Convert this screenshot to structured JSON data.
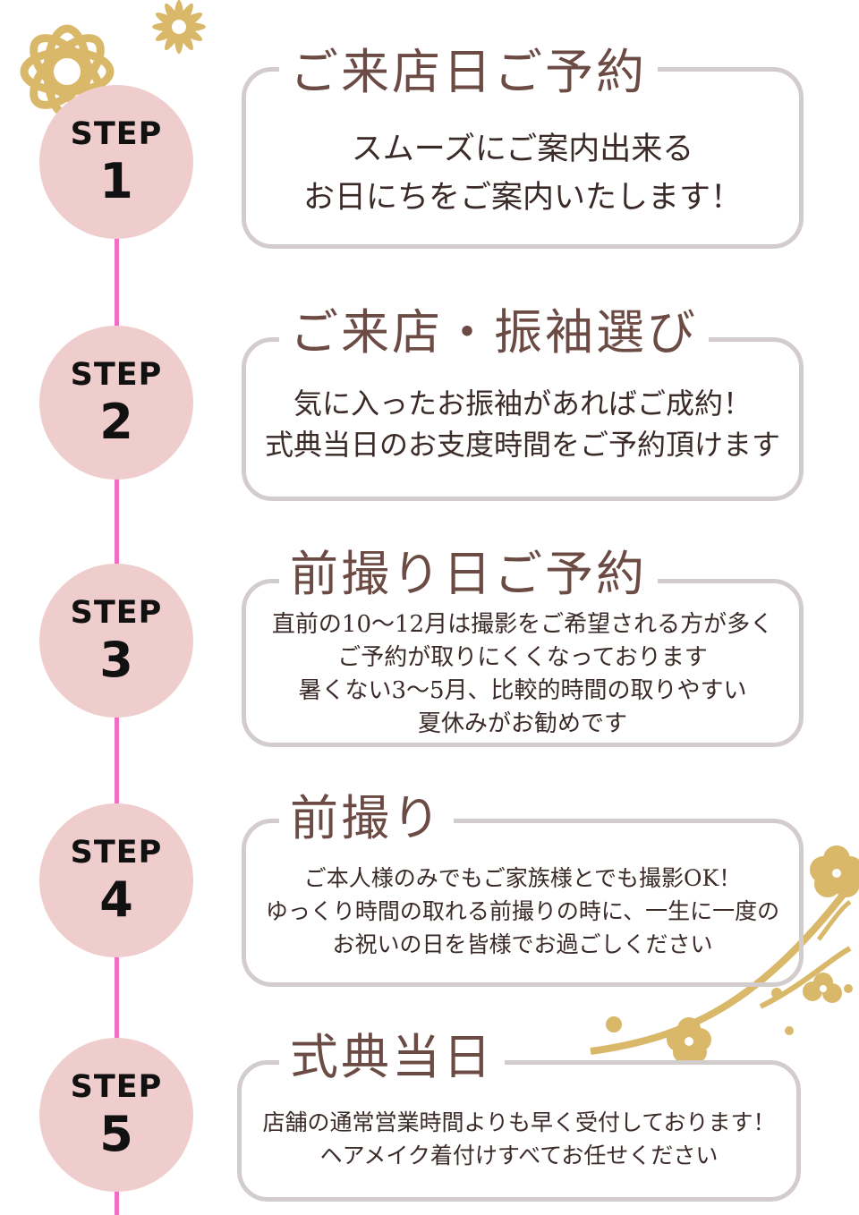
{
  "colors": {
    "timeline_line": "#f06ec4",
    "step_circle": "#eecdcc",
    "card_border": "#d3cccd",
    "title_text": "#6b4b43",
    "body_text": "#3a2a28",
    "decoration_gold": "#d9b86a"
  },
  "icons": [
    "gold-flower-decoration-icon",
    "gold-blossom-branch-icon"
  ],
  "steps": [
    {
      "step_label": "STEP",
      "number": "1",
      "title": "ご来店日ご予約",
      "lines": [
        "スムーズにご案内出来る",
        "お日にちをご案内いたします！"
      ]
    },
    {
      "step_label": "STEP",
      "number": "2",
      "title": "ご来店・振袖選び",
      "lines": [
        "気に入ったお振袖があればご成約！",
        "式典当日のお支度時間をご予約頂けます"
      ]
    },
    {
      "step_label": "STEP",
      "number": "3",
      "title": "前撮り日ご予約",
      "lines": [
        "直前の10〜12月は撮影をご希望される方が多く",
        "ご予約が取りにくくなっております",
        "暑くない3〜5月、比較的時間の取りやすい",
        "夏休みがお勧めです"
      ]
    },
    {
      "step_label": "STEP",
      "number": "4",
      "title": "前撮り",
      "lines": [
        "ご本人様のみでもご家族様とでも撮影OK！",
        "ゆっくり時間の取れる前撮りの時に、一生に一度の",
        "お祝いの日を皆様でお過ごしください"
      ]
    },
    {
      "step_label": "STEP",
      "number": "5",
      "title": "式典当日",
      "lines": [
        "店舗の通常営業時間よりも早く受付しております！",
        "ヘアメイク着付けすべてお任せください"
      ]
    }
  ]
}
